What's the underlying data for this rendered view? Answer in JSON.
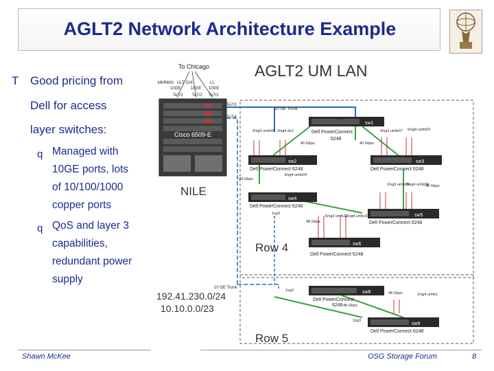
{
  "title": "AGLT2 Network Architecture Example",
  "bullets": {
    "main_marker": "T",
    "main_lines": [
      "Good pricing from",
      "Dell for access",
      "layer switches:"
    ],
    "sub_marker": "q",
    "sub1_lines": [
      "Managed with",
      "10GE ports, lots",
      "of 10/100/1000",
      "copper ports"
    ],
    "sub2_lines": [
      "QoS and layer 3",
      "capabilities,",
      "redundant power",
      "supply"
    ]
  },
  "footer": {
    "author": "Shawn McKee",
    "event": "OSG Storage Forum",
    "page": "8"
  },
  "diagram": {
    "heading": "AGLT2 UM LAN",
    "to_chicago": "To Chicago",
    "uplinks": [
      "MI/RMS/",
      "ULT CHI",
      "LL"
    ],
    "uplink_speeds": [
      "10GE",
      "10GE",
      "10GE"
    ],
    "uplink_ports": [
      "Te7/1",
      "Te7/2",
      "Te7/1"
    ],
    "cisco_label": "Cisco 6509-E",
    "nile_label": "NILE",
    "port_labels": [
      "Te7/3",
      "Te7/4"
    ],
    "trunk_top": "10 GE Trunk",
    "trunk_bottom": "10 GE Trunk",
    "row4": "Row 4",
    "row5": "Row 5",
    "subnet1": "192.41.230.0/24",
    "subnet2": "10.10.0.0/23",
    "switches": {
      "sw1": {
        "name": "sw1",
        "model": "Dell PowerConnect",
        "model2": "6248"
      },
      "sw2": {
        "name": "sw2",
        "model": "Dell PowerConnect 6248"
      },
      "sw3": {
        "name": "sw3",
        "model": "Dell PowerConnect 6248"
      },
      "sw4": {
        "name": "sw4",
        "model": "Dell PowerConnect 6248"
      },
      "sw5": {
        "name": "sw5",
        "model": "Dell PowerConnect 6248"
      },
      "sw6": {
        "name": "sw6",
        "model": "Dell PowerConnect 6248"
      },
      "sw8": {
        "name": "sw8",
        "model": "Dell PowerConnect",
        "model2": "6248"
      },
      "sw9": {
        "name": "sw9",
        "model": "Dell PowerConnect 6248"
      }
    },
    "link_labels": {
      "gbps40_a": "40 Gbps",
      "gbps40_b": "40 Gbps",
      "gbps48_a": "48 Gbps",
      "gbps48_b": "48 Gbps",
      "gbps48_c": "48 Gbps",
      "gbps48_d": "48 Gbps",
      "gbps48_e": "48 Gbps",
      "xg3_1": "1xg3",
      "xg3_2": "1xg3",
      "xg3_3": "1xg3",
      "xg3_4": "2xg3",
      "g3_umfs5": "2/xg3 umfs05",
      "g4_d2": "2/xg4 dc2",
      "g3_umfs07": "4/xg3 umfs07",
      "g4_umfs03": "6/xg4 umfs03",
      "g4_umfs04": "3/xg4 umfs04",
      "g3_umfs11": "6/xg3 umfs11",
      "g4_umfs10": "6/xg4 umfs10",
      "g3_umfs09": "2/xg3 umfs09",
      "g4_umfs08": "5/xg4 umfs08",
      "g4_umfs1": "2/xg4 umfs1"
    }
  }
}
